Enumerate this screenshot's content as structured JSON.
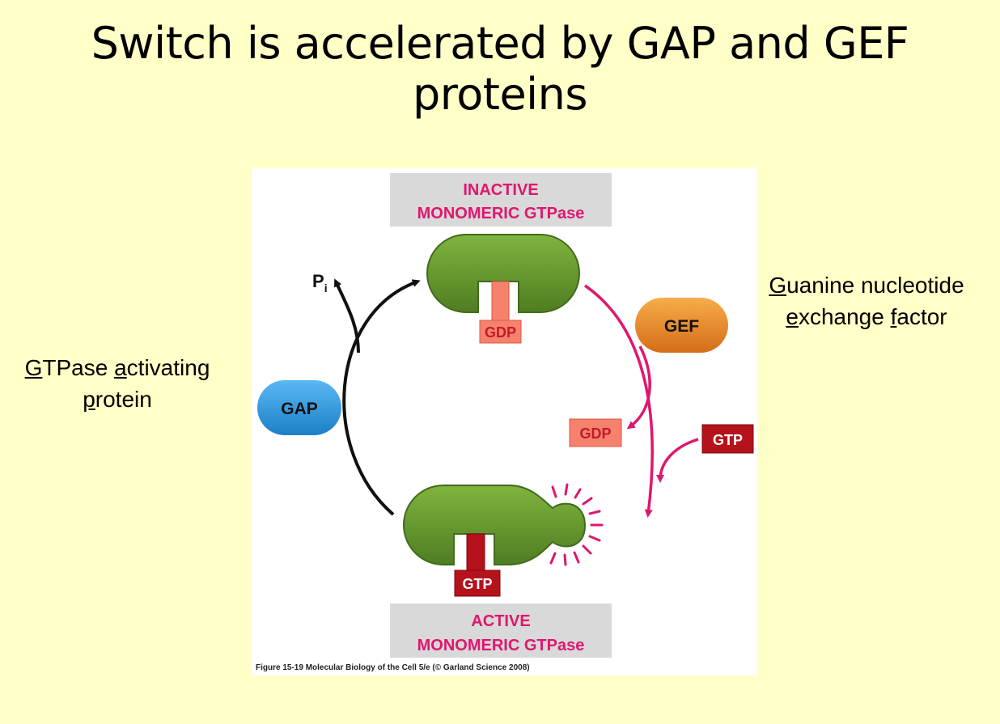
{
  "slide": {
    "title": "Switch is accelerated by GAP and GEF proteins"
  },
  "gef_label": {
    "line1_first": "G",
    "line1_rest": "uanine nucleotide",
    "line2_first": "e",
    "line2_mid": "xchange ",
    "line2_f": "f",
    "line2_rest": "actor"
  },
  "gap_label": {
    "line1_first": "G",
    "line1_mid": "TPase ",
    "line1_a": "a",
    "line1_rest": "ctivating",
    "line2_first": "p",
    "line2_rest": "rotein"
  },
  "figure": {
    "inactive_line1": "INACTIVE",
    "inactive_line2": "MONOMERIC GTPase",
    "active_line1": "ACTIVE",
    "active_line2": "MONOMERIC GTPase",
    "pi_main": "P",
    "pi_sub": "i",
    "gef": "GEF",
    "gap": "GAP",
    "gdp_bound": "GDP",
    "gdp_free": "GDP",
    "gtp_free": "GTP",
    "gtp_bound": "GTP",
    "caption": "Figure 15-19  Molecular Biology of the Cell 5/e (© Garland Science 2008)"
  },
  "colors": {
    "background": "#ffffc8",
    "protein_green": "#6a9a34",
    "magenta": "#e0166e",
    "gdp_salmon": "#f6826e",
    "gtp_red": "#b5121b",
    "gef_orange": "#e8862a",
    "gap_blue": "#2d95dd",
    "label_box": "#d9d9d9"
  }
}
